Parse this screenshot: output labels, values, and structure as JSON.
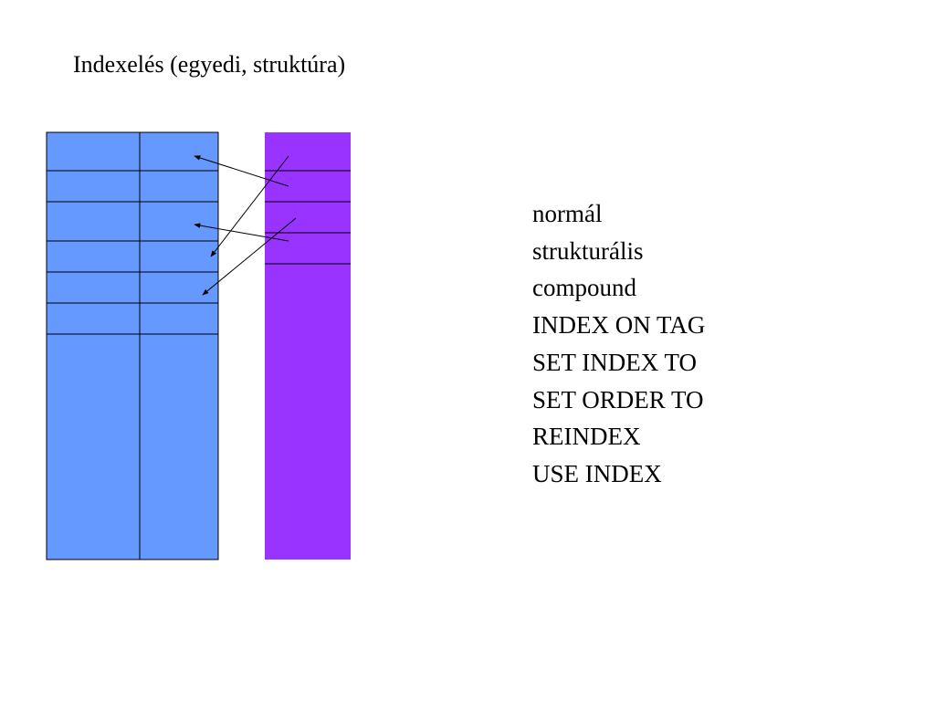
{
  "slide": {
    "title": "Indexelés (egyedi, struktúra)"
  },
  "diagram": {
    "colors": {
      "table": "#6699ff",
      "index": "#9933ff",
      "line": "#000000"
    },
    "table_row_count": 6,
    "index_row_count": 4
  },
  "list": {
    "items": [
      "normál",
      "strukturális",
      "compound",
      "INDEX ON TAG",
      "SET INDEX TO",
      "SET ORDER TO",
      "REINDEX",
      "USE INDEX"
    ]
  }
}
